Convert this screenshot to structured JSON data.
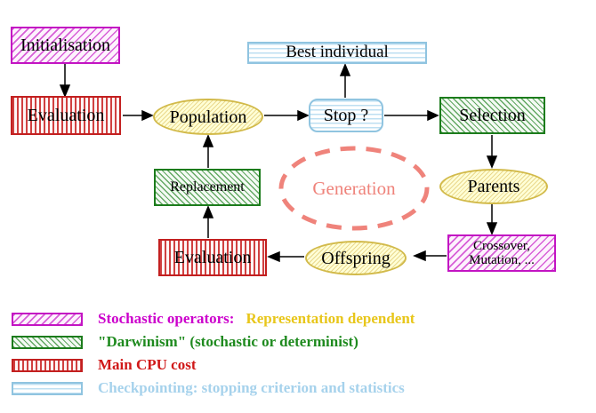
{
  "nodes": {
    "initialisation": "Initialisation",
    "evaluation_top": "Evaluation",
    "population": "Population",
    "best_individual": "Best individual",
    "stop": "Stop ?",
    "selection": "Selection",
    "parents": "Parents",
    "crossover_line1": "Crossover,",
    "crossover_line2": "Mutation, ...",
    "offspring": "Offspring",
    "evaluation_bottom": "Evaluation",
    "replacement": "Replacement",
    "generation": "Generation"
  },
  "legend": {
    "rows": [
      {
        "swatch": "magenta-diagonal-hatch",
        "label": "Stochastic operators:",
        "label2": "Representation dependent"
      },
      {
        "swatch": "green-diagonal-hatch",
        "label": "\"Darwinism\" (stochastic or determinist)",
        "label2": ""
      },
      {
        "swatch": "red-vertical-stripes",
        "label": "Main CPU cost",
        "label2": ""
      },
      {
        "swatch": "cyan-horizontal-stripes",
        "label": "Checkpointing: stopping criterion and statistics",
        "label2": ""
      }
    ]
  },
  "colors": {
    "magenta": "#cc00cc",
    "gold": "#e8c61a",
    "green": "#1e8a1e",
    "red": "#d01818",
    "light_blue": "#a6d2ec",
    "yellow_border": "#d2ba4a",
    "yellow_fill": "#ffffd6",
    "salmon": "#ef837b",
    "arrow_black": "#000000"
  }
}
